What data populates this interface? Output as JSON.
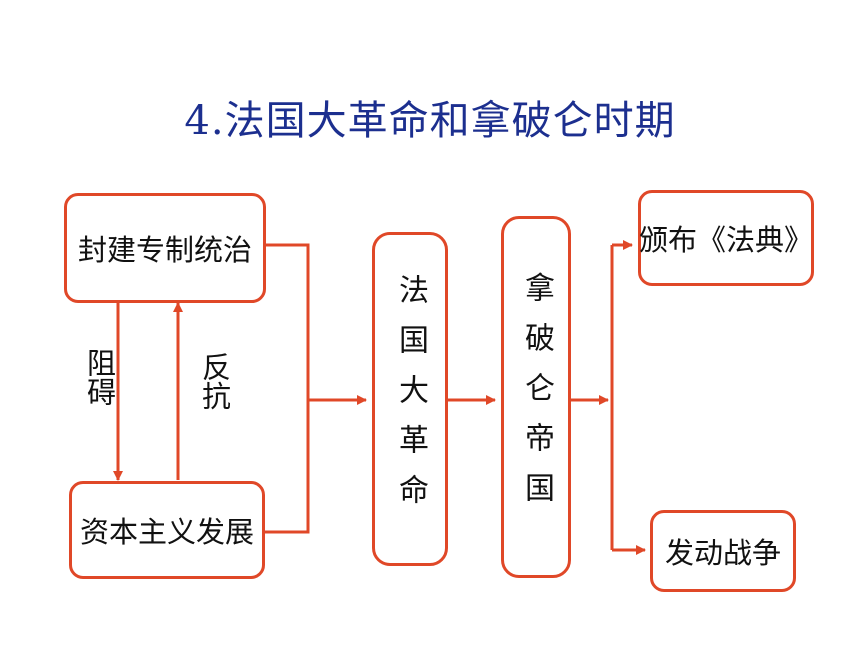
{
  "title": "4.法国大革命和拿破仑时期",
  "nodes": {
    "feudal": "封建专制统治",
    "capitalism": "资本主义发展",
    "revolution": "法国大革命",
    "napoleon_empire": "拿破仑帝国",
    "code": "颁布《法典》",
    "war": "发动战争"
  },
  "edge_labels": {
    "hinder": "阻碍",
    "resist": "反抗"
  },
  "colors": {
    "title": "#1c2f8f",
    "border": "#e04828",
    "arrow": "#e04828",
    "text": "#111111"
  }
}
